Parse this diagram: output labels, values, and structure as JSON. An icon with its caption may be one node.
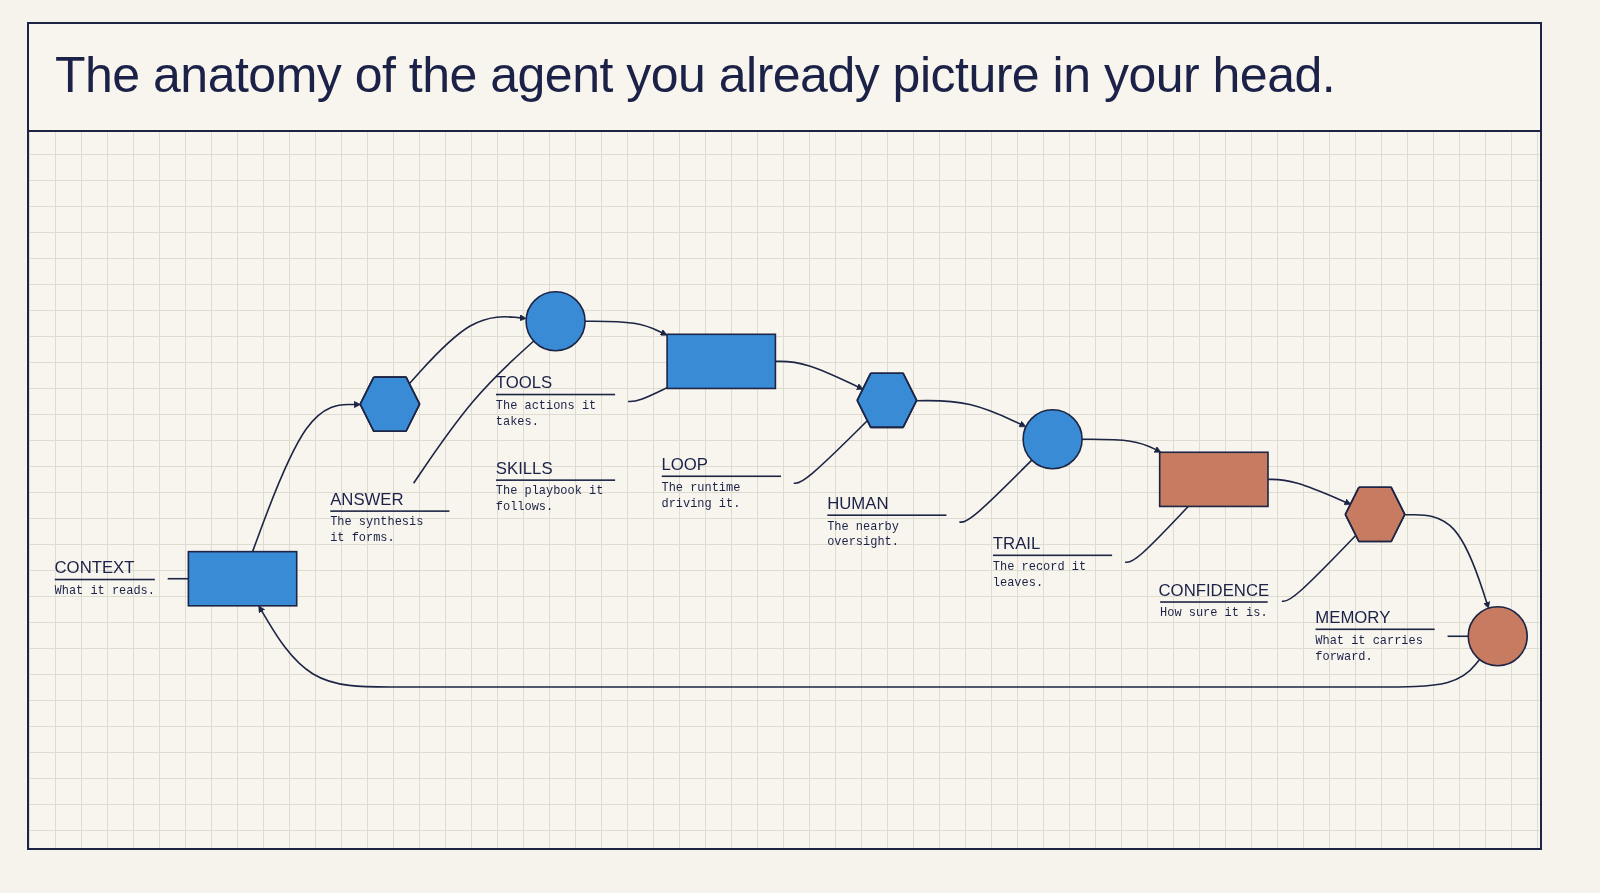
{
  "diagram": {
    "title": "The anatomy of the agent you already picture in your head.",
    "nodes": [
      {
        "text": [
          "CONTEXT",
          "What it reads."
        ]
      },
      {
        "text": [],
        "shape": "box"
      },
      {
        "text": [],
        "shape": "hexagon",
        "beside": [
          "SKILLS",
          "The playbook it follows."
        ]
      },
      {
        "text": [
          "ANSWER",
          "The synthesis it forms."
        ]
      },
      {
        "text": [],
        "shape": "circle"
      },
      {
        "text": [
          "TOOLS",
          "The actions it takes."
        ]
      },
      {
        "text": [],
        "shape": "box"
      },
      {
        "text": [
          "LOOP",
          "The runtime driving it."
        ]
      },
      {
        "text": [],
        "shape": "hexagon"
      },
      {
        "text": [
          "HUMAN",
          "The nearby oversight."
        ]
      },
      {
        "text": [],
        "shape": "circle"
      },
      {
        "text": [
          "TRAIL",
          "The record it leaves."
        ]
      },
      {
        "text": [],
        "shape": "box"
      },
      {
        "text": [
          "CONFIDENCE",
          "How sure it is."
        ]
      },
      {
        "text": [],
        "shape": "hexagon"
      },
      {
        "text": [
          "MEMORY",
          "What it carries forward."
        ]
      },
      {
        "text": [],
        "shape": "circle"
      }
    ],
    "edges": [
      {
        "from": 1,
        "to": 2,
        "arrow": "to"
      },
      {
        "from": 2,
        "to": 4,
        "arrow": "to"
      },
      {
        "from": 4,
        "to": 6,
        "arrow": "to"
      },
      {
        "from": 6,
        "to": 8,
        "arrow": "to"
      },
      {
        "from": 8,
        "to": 10,
        "arrow": "to"
      },
      {
        "from": 10,
        "to": 12,
        "arrow": "to"
      },
      {
        "from": 12,
        "to": 14,
        "arrow": "to"
      },
      {
        "from": 14,
        "to": 16,
        "arrow": "to"
      },
      {
        "from": 16,
        "to": 1,
        "arrow": "to"
      },
      {
        "from": 0,
        "to": 1,
        "arrow": "none"
      },
      {
        "from": 3,
        "to": 4,
        "arrow": "none"
      },
      {
        "from": 5,
        "to": 6,
        "arrow": "none"
      },
      {
        "from": 7,
        "to": 8,
        "arrow": "none"
      },
      {
        "from": 9,
        "to": 10,
        "arrow": "none"
      },
      {
        "from": 11,
        "to": 12,
        "arrow": "none"
      },
      {
        "from": 13,
        "to": 14,
        "arrow": "none"
      },
      {
        "from": 15,
        "to": 16,
        "arrow": "none"
      }
    ]
  }
}
